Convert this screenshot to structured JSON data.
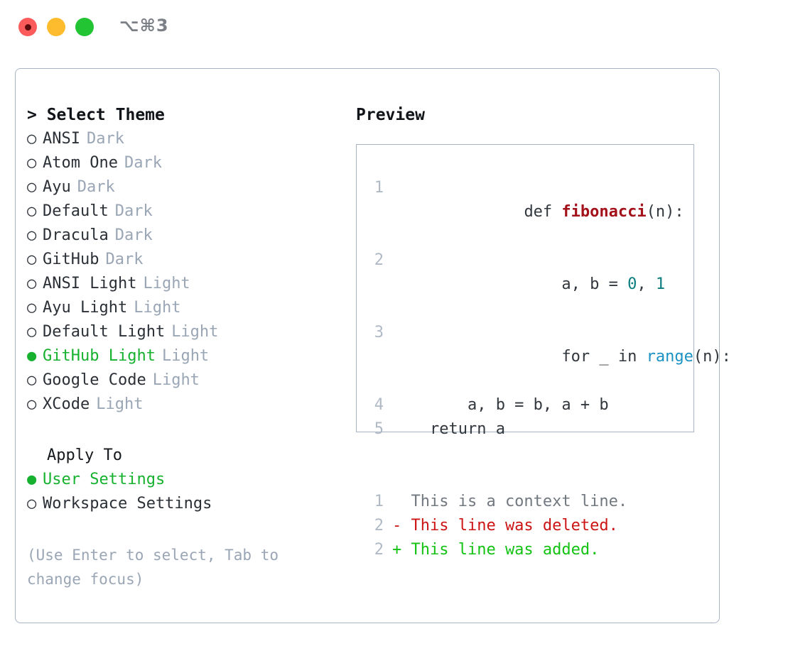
{
  "window": {
    "title": "⌥⌘3",
    "traffic_lights": [
      {
        "name": "close-button",
        "color": "#fb5b5b"
      },
      {
        "name": "minimize-button",
        "color": "#fdbc2d"
      },
      {
        "name": "maximize-button",
        "color": "#23c434"
      }
    ]
  },
  "theme_picker": {
    "header": "> Select Theme",
    "bullet_selected": "●",
    "bullet_unselected": "○",
    "items": [
      {
        "name": "ANSI",
        "kind": "Dark",
        "selected": false
      },
      {
        "name": "Atom One",
        "kind": "Dark",
        "selected": false
      },
      {
        "name": "Ayu",
        "kind": "Dark",
        "selected": false
      },
      {
        "name": "Default",
        "kind": "Dark",
        "selected": false
      },
      {
        "name": "Dracula",
        "kind": "Dark",
        "selected": false
      },
      {
        "name": "GitHub",
        "kind": "Dark",
        "selected": false
      },
      {
        "name": "ANSI Light",
        "kind": "Light",
        "selected": false
      },
      {
        "name": "Ayu Light",
        "kind": "Light",
        "selected": false
      },
      {
        "name": "Default Light",
        "kind": "Light",
        "selected": false
      },
      {
        "name": "GitHub Light",
        "kind": "Light",
        "selected": true
      },
      {
        "name": "Google Code",
        "kind": "Light",
        "selected": false
      },
      {
        "name": "XCode",
        "kind": "Light",
        "selected": false
      }
    ]
  },
  "apply_to": {
    "heading": "Apply To",
    "options": [
      {
        "name": "User Settings",
        "selected": true
      },
      {
        "name": "Workspace Settings",
        "selected": false
      }
    ]
  },
  "hint": "(Use Enter to select, Tab to change focus)",
  "preview": {
    "title": "Preview",
    "code_lines": [
      {
        "number": "1",
        "tokens": [
          {
            "text": "def ",
            "type": "plain"
          },
          {
            "text": "fibonacci",
            "type": "fn"
          },
          {
            "text": "(n):",
            "type": "plain"
          }
        ]
      },
      {
        "number": "2",
        "tokens": [
          {
            "text": "    a, b = ",
            "type": "plain"
          },
          {
            "text": "0",
            "type": "num"
          },
          {
            "text": ", ",
            "type": "plain"
          },
          {
            "text": "1",
            "type": "num"
          }
        ]
      },
      {
        "number": "3",
        "tokens": [
          {
            "text": "    for _ in ",
            "type": "plain"
          },
          {
            "text": "range",
            "type": "call"
          },
          {
            "text": "(n):",
            "type": "plain"
          }
        ]
      },
      {
        "number": "4",
        "tokens": [
          {
            "text": "        a, b = b, a + b",
            "type": "plain"
          }
        ]
      },
      {
        "number": "5",
        "tokens": [
          {
            "text": "    return a",
            "type": "plain"
          }
        ]
      }
    ],
    "diff_lines": [
      {
        "number": "1",
        "marker": " ",
        "text": "  This is a context line.",
        "type": "context"
      },
      {
        "number": "2",
        "marker": "-",
        "text": "- This line was deleted.",
        "type": "deleted"
      },
      {
        "number": "2",
        "marker": "+",
        "text": "+ This line was added.",
        "type": "added"
      }
    ]
  },
  "colors": {
    "selected_green": "#16b12e",
    "muted_grey": "#9aa6b5",
    "border": "#a9b4c2",
    "diff_added": "#13c213",
    "diff_deleted": "#cc1414",
    "syntax_function": "#a3111b",
    "syntax_number": "#0b7d7d",
    "syntax_call": "#1c92c4"
  }
}
